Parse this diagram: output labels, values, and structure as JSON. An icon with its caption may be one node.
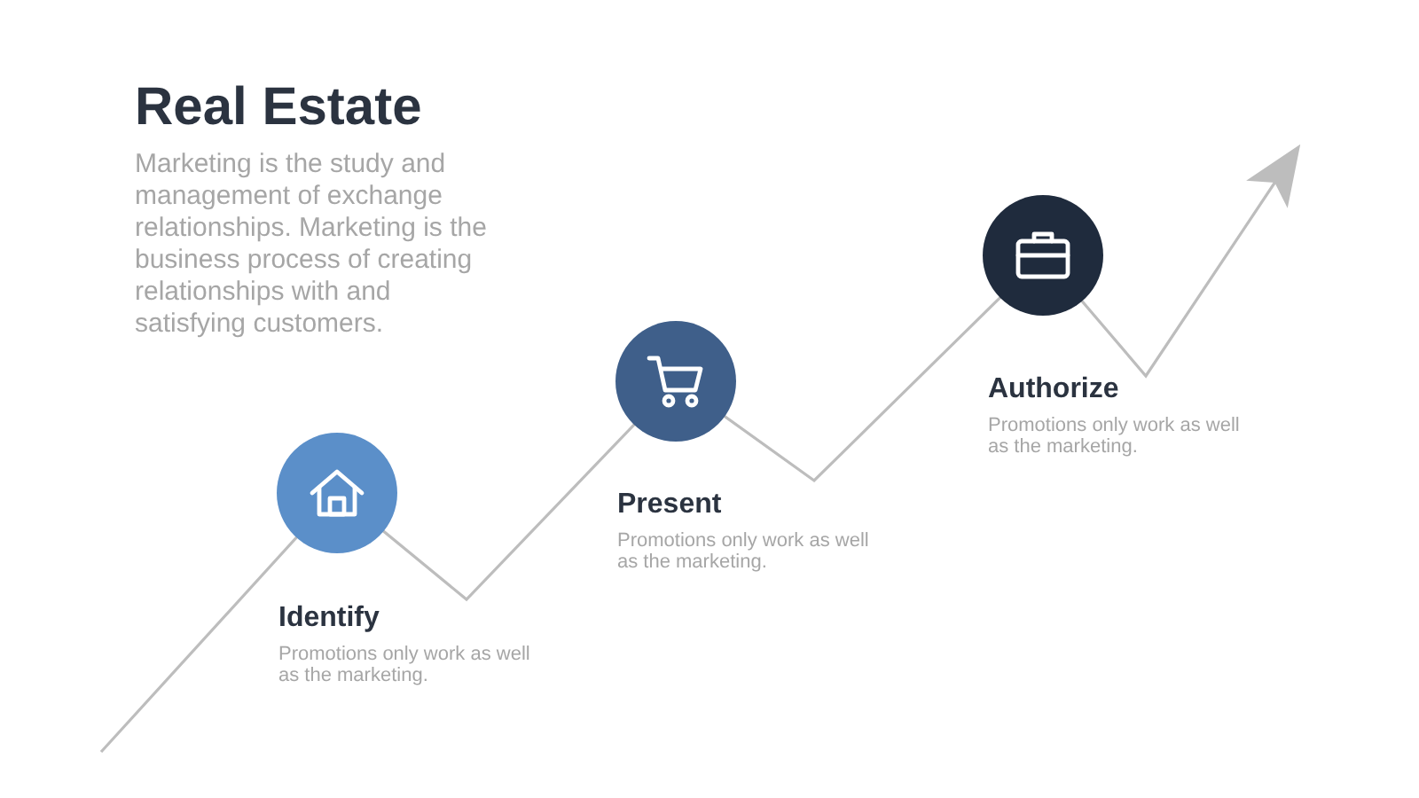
{
  "diagram": {
    "title": "Real Estate",
    "nodes": [
      {
        "text": [
          "Identify",
          "Promotions only work as well as the marketing."
        ]
      },
      {
        "text": [
          "Present",
          "Promotions only work as well as the marketing."
        ]
      },
      {
        "text": [
          "Authorize",
          "Promotions only work as well as the marketing."
        ]
      }
    ],
    "labels": [
      "Marketing is the study and management of exchange relationships. Marketing is the business process of creating relationships with and satisfying customers."
    ]
  }
}
